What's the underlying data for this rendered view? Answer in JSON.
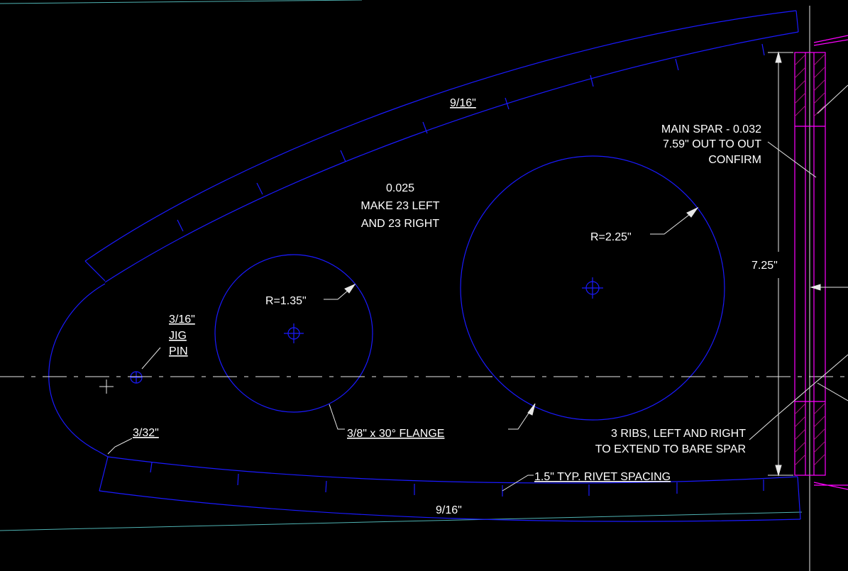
{
  "notes": {
    "material": "0.025",
    "make_line1": "MAKE 23 LEFT",
    "make_line2": "AND 23 RIGHT",
    "radius_large": "R=2.25\"",
    "radius_small": "R=1.35\"",
    "flange": "3/8\" x 30° FLANGE",
    "top_flange_width": "9/16\"",
    "bottom_flange_width": "9/16\"",
    "rivet_spacing": "1.5\" TYP. RIVET SPACING",
    "nose_notch": "3/32\"",
    "jig_pin_line1": "3/16\"",
    "jig_pin_line2": "JIG",
    "jig_pin_line3": "PIN",
    "spar_line1": "MAIN SPAR - 0.032",
    "spar_line2": "7.59\" OUT TO OUT",
    "spar_line3": "CONFIRM",
    "spar_height": "7.25\"",
    "ribs_line1": "3 RIBS, LEFT AND RIGHT",
    "ribs_line2": "TO EXTEND TO BARE SPAR"
  },
  "colors": {
    "background": "#000000",
    "outline": "#1a1aff",
    "annotation": "#ffffff",
    "spar": "#ff00ff",
    "reference": "#4fb3b3"
  }
}
